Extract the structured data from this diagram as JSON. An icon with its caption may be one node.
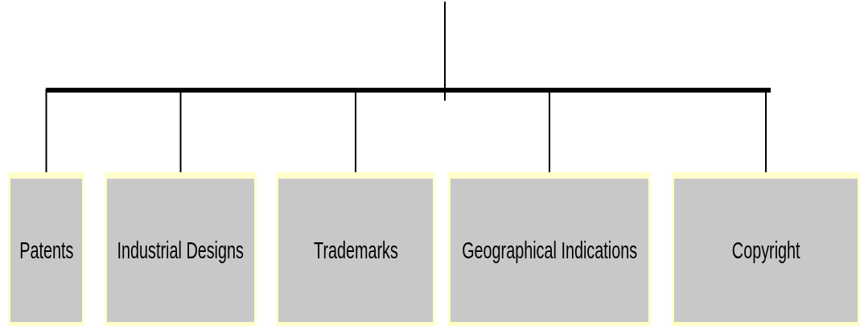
{
  "diagram": {
    "nodes": [
      {
        "text": [
          "Patents"
        ]
      },
      {
        "text": [
          "Industrial Designs"
        ]
      },
      {
        "text": [
          "Trademarks"
        ]
      },
      {
        "text": [
          "Geographical Indications"
        ]
      },
      {
        "text": [
          "Copyright"
        ]
      }
    ],
    "edges": [
      {
        "from": null,
        "to": 0,
        "arrow": "none"
      },
      {
        "from": null,
        "to": 1,
        "arrow": "none"
      },
      {
        "from": null,
        "to": 2,
        "arrow": "none"
      },
      {
        "from": null,
        "to": 3,
        "arrow": "none"
      },
      {
        "from": null,
        "to": 4,
        "arrow": "none"
      }
    ]
  }
}
